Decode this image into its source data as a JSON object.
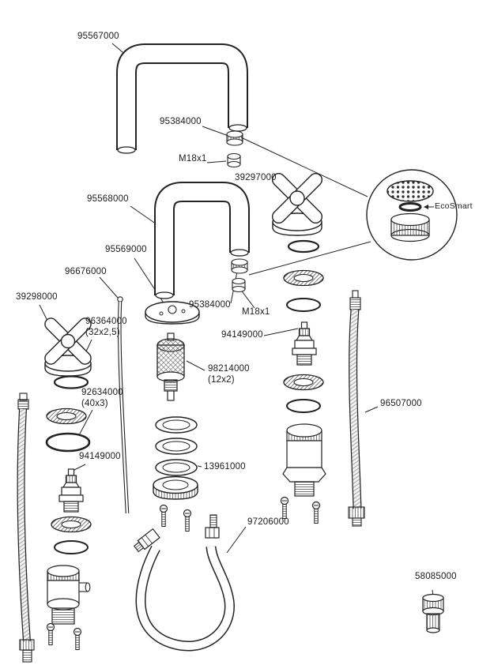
{
  "diagram": {
    "kind": "faucet-exploded-parts-diagram",
    "line_color": "#1a1a1a",
    "background": "#ffffff"
  },
  "labels": {
    "spout_top": "95567000",
    "aerator_top": "95384000",
    "thread_top": "M18x1",
    "handle_right": "39297000",
    "spout_bottom": "95568000",
    "ecosmart": "EcoSmart",
    "escutcheon": "95569000",
    "rod": "96676000",
    "handle_left": "39298000",
    "aerator_bottom": "95384000",
    "thread_bottom": "M18x1",
    "oring_32_part": "96364000",
    "oring_32_size": "(32x2,5)",
    "cartridge_right": "94149000",
    "seal_12_part": "98214000",
    "seal_12_size": "(12x2)",
    "oring_40_part": "92634000",
    "oring_40_size": "(40x3)",
    "hose_right": "96507000",
    "cartridge_left": "94149000",
    "ring_stack": "13961000",
    "hose_loop": "97206000",
    "fitting_bottom": "58085000"
  }
}
